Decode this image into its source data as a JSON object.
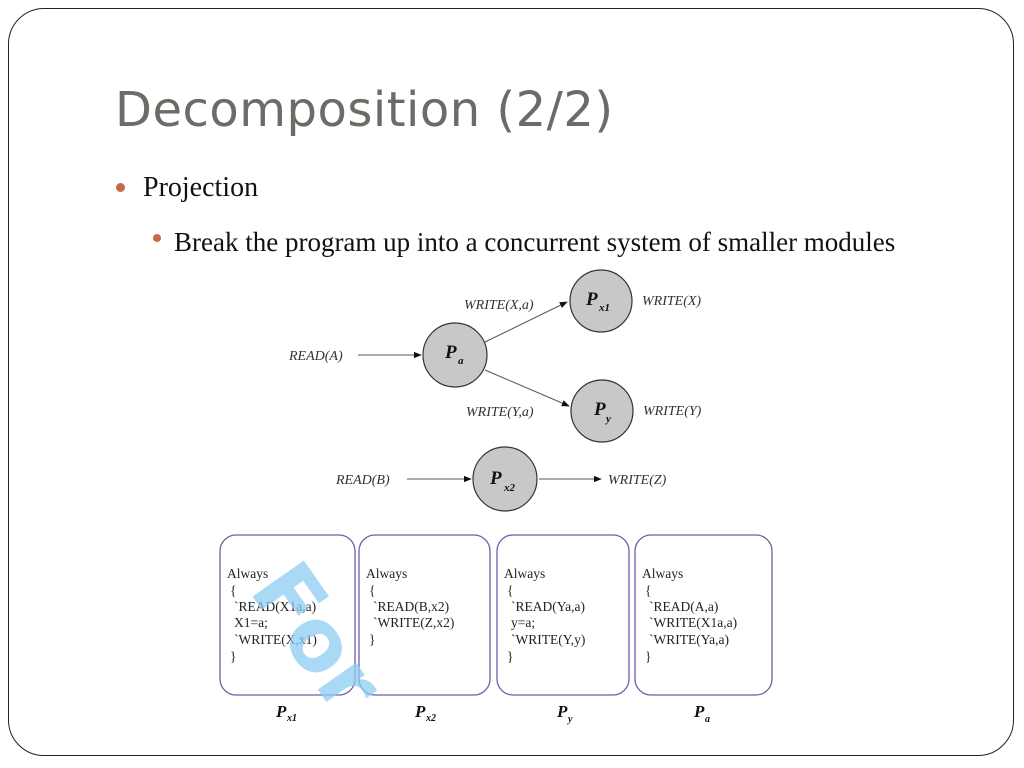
{
  "title": "Decomposition (2/2)",
  "bullets": {
    "level1": "Projection",
    "level2": "Break the program up into a concurrent system of smaller modules"
  },
  "colors": {
    "bullet": "#c8684a",
    "node_fill": "#c8c8c8",
    "box_stroke": "#6b5fa8",
    "title": "#6e6a66"
  },
  "graph": {
    "nodes": [
      {
        "id": "pa",
        "symbol": "P",
        "sub": "a"
      },
      {
        "id": "px1",
        "symbol": "P",
        "sub": "x1"
      },
      {
        "id": "py",
        "symbol": "P",
        "sub": "y"
      },
      {
        "id": "px2",
        "symbol": "P",
        "sub": "x2"
      }
    ],
    "edge_labels": {
      "read_a": "READ(A)",
      "write_xa": "WRITE(X,a)",
      "write_x": "WRITE(X)",
      "write_ya": "WRITE(Y,a)",
      "write_y": "WRITE(Y)",
      "read_b": "READ(B)",
      "write_z": "WRITE(Z)"
    }
  },
  "modules": [
    {
      "symbol": "P",
      "sub": "x1",
      "lines": [
        "Always",
        "{",
        "  `READ(X1a,a)",
        "  X1=a;",
        "  `WRITE(X,x1)",
        "}"
      ]
    },
    {
      "symbol": "P",
      "sub": "x2",
      "lines": [
        "Always",
        "{",
        "  `READ(B,x2)",
        "  `WRITE(Z,x2)",
        "}"
      ]
    },
    {
      "symbol": "P",
      "sub": "y",
      "lines": [
        "Always",
        "{",
        "  `READ(Ya,a)",
        "  y=a;",
        "  `WRITE(Y,y)",
        "}"
      ]
    },
    {
      "symbol": "P",
      "sub": "a",
      "lines": [
        "Always",
        "{",
        "  `READ(A,a)",
        "  `WRITE(X1a,a)",
        "  `WRITE(Ya,a)",
        "}"
      ]
    }
  ],
  "watermark": "For"
}
